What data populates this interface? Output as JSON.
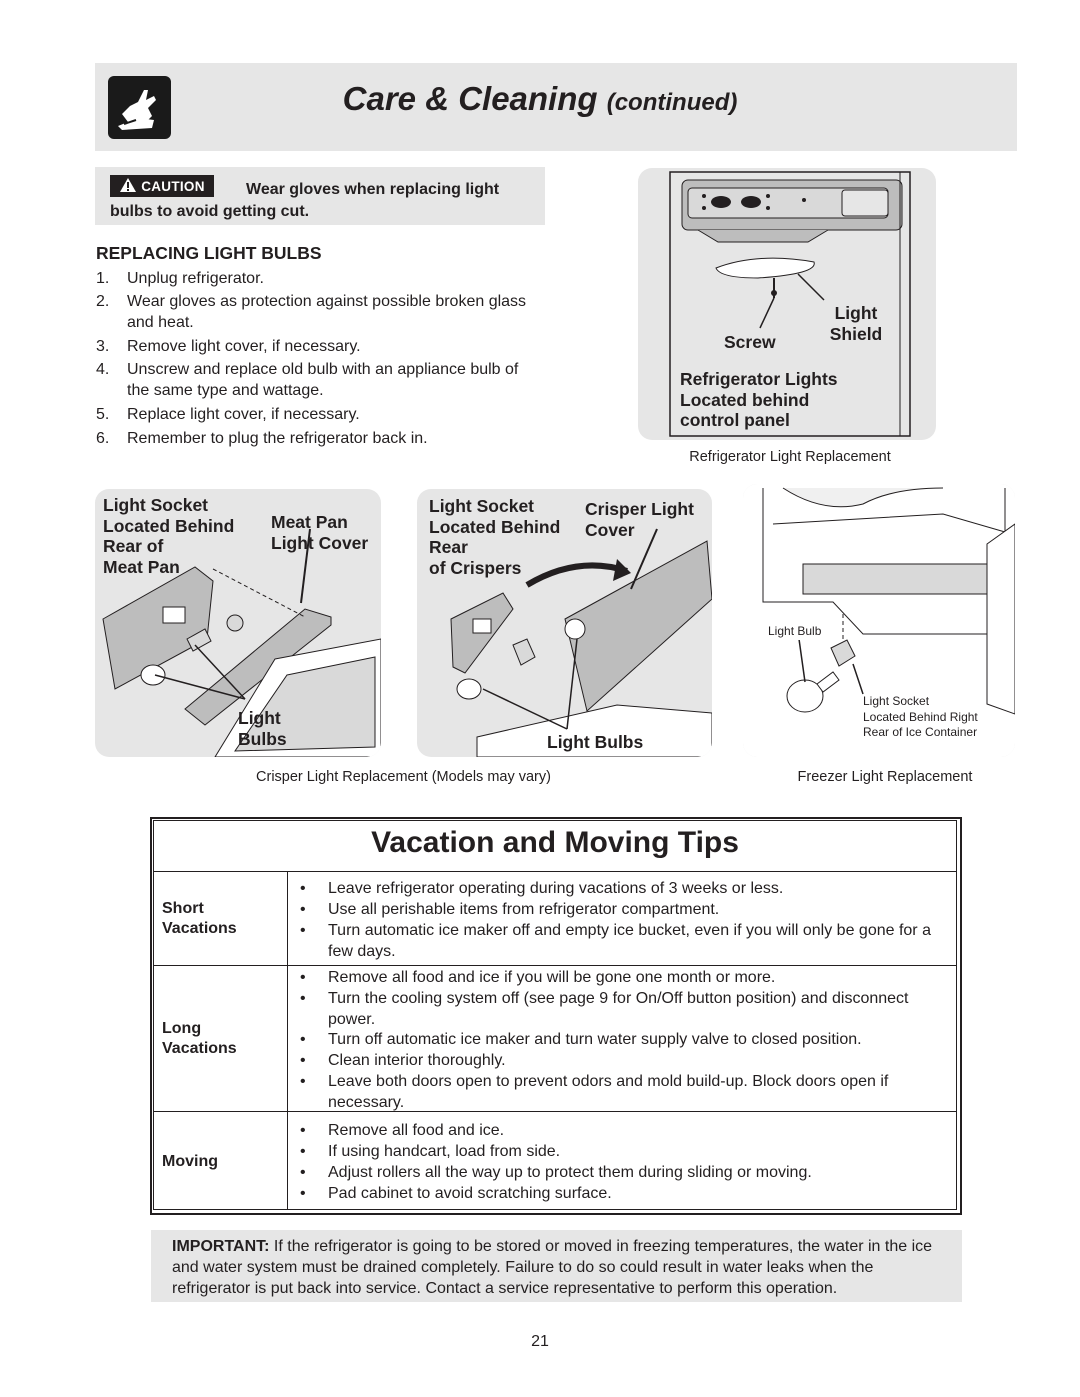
{
  "header": {
    "title": "Care & Cleaning",
    "title_suffix": "(continued)"
  },
  "caution": {
    "badge": "CAUTION",
    "line1": "Wear gloves when replacing light",
    "line2": "bulbs to avoid getting cut."
  },
  "replacing": {
    "heading": "REPLACING LIGHT BULBS",
    "steps": [
      {
        "num": "1.",
        "text": "Unplug refrigerator."
      },
      {
        "num": "2.",
        "text": "Wear gloves as protection against possible broken glass and heat."
      },
      {
        "num": "3.",
        "text": "Remove light cover, if necessary."
      },
      {
        "num": "4.",
        "text": "Unscrew and replace old bulb with an appliance bulb of the same type and wattage."
      },
      {
        "num": "5.",
        "text": "Replace light cover, if necessary."
      },
      {
        "num": "6.",
        "text": "Remember to plug the refrigerator back in."
      }
    ]
  },
  "fig_refrigerator": {
    "light_shield": "Light\nShield",
    "screw": "Screw",
    "location": "Refrigerator Lights\nLocated behind\ncontrol panel",
    "caption": "Refrigerator Light Replacement"
  },
  "fig_meat_pan": {
    "socket": "Light Socket\nLocated Behind\nRear of\nMeat Pan",
    "cover": "Meat Pan\nLight Cover",
    "bulbs": "Light\nBulbs"
  },
  "fig_crisper": {
    "socket": "Light Socket\nLocated Behind\nRear\nof Crispers",
    "cover": "Crisper Light\nCover",
    "bulbs": "Light Bulbs"
  },
  "crisper_caption": "Crisper Light Replacement (Models may vary)",
  "fig_freezer": {
    "bulb": "Light Bulb",
    "socket": "Light Socket\nLocated Behind Right\nRear of Ice Container",
    "caption": "Freezer Light Replacement"
  },
  "vacation": {
    "title": "Vacation and Moving Tips",
    "rows": [
      {
        "label": "Short\nVacations",
        "items": [
          "Leave refrigerator operating during vacations of 3 weeks or less.",
          "Use all perishable items from refrigerator compartment.",
          "Turn automatic ice maker off and empty ice bucket, even if you will only be gone for a few days."
        ]
      },
      {
        "label": "Long\nVacations",
        "items": [
          "Remove all food and ice if you will be gone one month or more.",
          "Turn the cooling system off (see page 9 for On/Off button position) and disconnect power.",
          "Turn off automatic ice maker and turn water supply valve to closed position.",
          "Clean interior thoroughly.",
          "Leave both doors open to prevent odors and mold build-up. Block doors open if necessary."
        ]
      },
      {
        "label": "Moving",
        "items": [
          "Remove all food and ice.",
          "If using handcart, load from side.",
          "Adjust rollers all the way up to protect them during sliding or moving.",
          "Pad cabinet to avoid scratching surface."
        ]
      }
    ]
  },
  "important": {
    "label": "IMPORTANT:",
    "text": "If the refrigerator is going to be stored or moved in freezing temperatures, the water in the ice and water system must be drained completely. Failure to do so could result in water leaks when the refrigerator is put back into service. Contact a service representative to perform this operation."
  },
  "page_number": "21"
}
